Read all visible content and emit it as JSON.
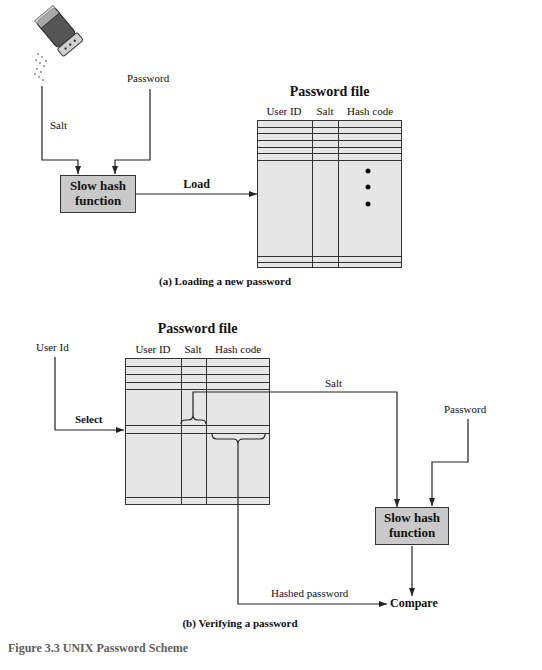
{
  "diagram": {
    "caption": "Figure 3.3 UNIX Password Scheme",
    "nodes": [
      {
        "text": [
          "Slow hash function"
        ]
      },
      {
        "text": [
          "Password file",
          "User ID",
          "Salt",
          "Hash code"
        ]
      },
      {
        "text": [
          "Password file",
          "User ID",
          "Salt",
          "Hash code"
        ]
      },
      {
        "text": [
          "Slow hash function"
        ]
      }
    ],
    "edges": [
      {
        "from": 0,
        "to": 1,
        "label": "Load",
        "arrow": "to"
      },
      {
        "from": 2,
        "to": 3,
        "label": "Salt",
        "arrow": "to"
      }
    ],
    "labels": [
      "Salt",
      "Password",
      "(a) Loading a new password",
      "User Id",
      "Select",
      "Password",
      "Hashed password",
      "Compare",
      "(b) Verifying a password"
    ]
  }
}
